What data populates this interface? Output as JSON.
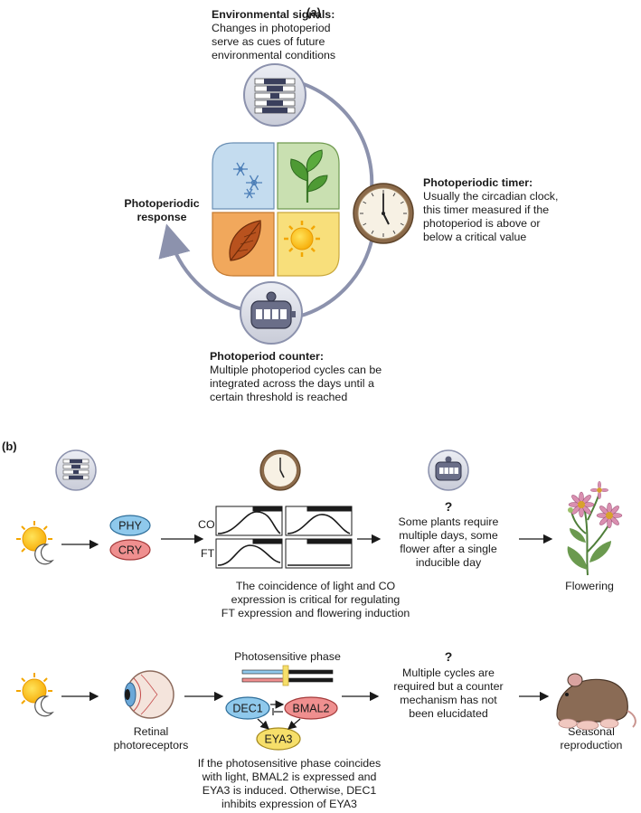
{
  "panel_a": {
    "label": "(a)",
    "env": {
      "title": "Environmental signals:",
      "lines": [
        "Changes in photoperiod",
        "serve as cues of future",
        "environmental conditions"
      ]
    },
    "timer": {
      "title": "Photoperiodic timer:",
      "lines": [
        "Usually the circadian clock,",
        "this timer measured if the",
        "photoperiod is above or",
        "below a critical value"
      ]
    },
    "response": {
      "lines": [
        "Photoperiodic",
        "response"
      ]
    },
    "counter": {
      "title": "Photoperiod counter:",
      "lines": [
        "Multiple photoperiod cycles can be",
        "integrated across the days until a",
        "certain threshold is reached"
      ]
    }
  },
  "panel_b": {
    "label": "(b)",
    "plant": {
      "phy": "PHY",
      "cry": "CRY",
      "co": "CO",
      "ft": "FT",
      "question": "?",
      "counter_lines": [
        "Some plants require",
        "multiple days, some",
        "flower after a single",
        "inducible day"
      ],
      "caption_lines": [
        "The coincidence of light and CO",
        "expression is critical for regulating",
        "FT expression and flowering induction"
      ],
      "outcome": "Flowering"
    },
    "animal": {
      "phase_title": "Photosensitive phase",
      "dec1": "DEC1",
      "bmal2": "BMAL2",
      "eya3": "EYA3",
      "retina_lines": [
        "Retinal",
        "photoreceptors"
      ],
      "question": "?",
      "counter_lines": [
        "Multiple cycles are",
        "required but a counter",
        "mechanism has not",
        "been elucidated"
      ],
      "outcome_lines": [
        "Seasonal",
        "reproduction"
      ],
      "caption_lines": [
        "If the photosensitive phase coincides",
        "with light, BMAL2 is expressed and",
        "EYA3 is induced. Otherwise, DEC1",
        "inhibits expression of EYA3"
      ]
    }
  },
  "colors": {
    "ring": "#8c92ad",
    "circle_fill": "#d9dce6",
    "winter": "#c4dcef",
    "spring": "#c9e0b1",
    "autumn": "#f1a85c",
    "summer": "#f8df7b",
    "phy": "#8fc9ec",
    "cry": "#ef8f8f",
    "eya3": "#f6df6a",
    "sun": "#fbb715"
  }
}
